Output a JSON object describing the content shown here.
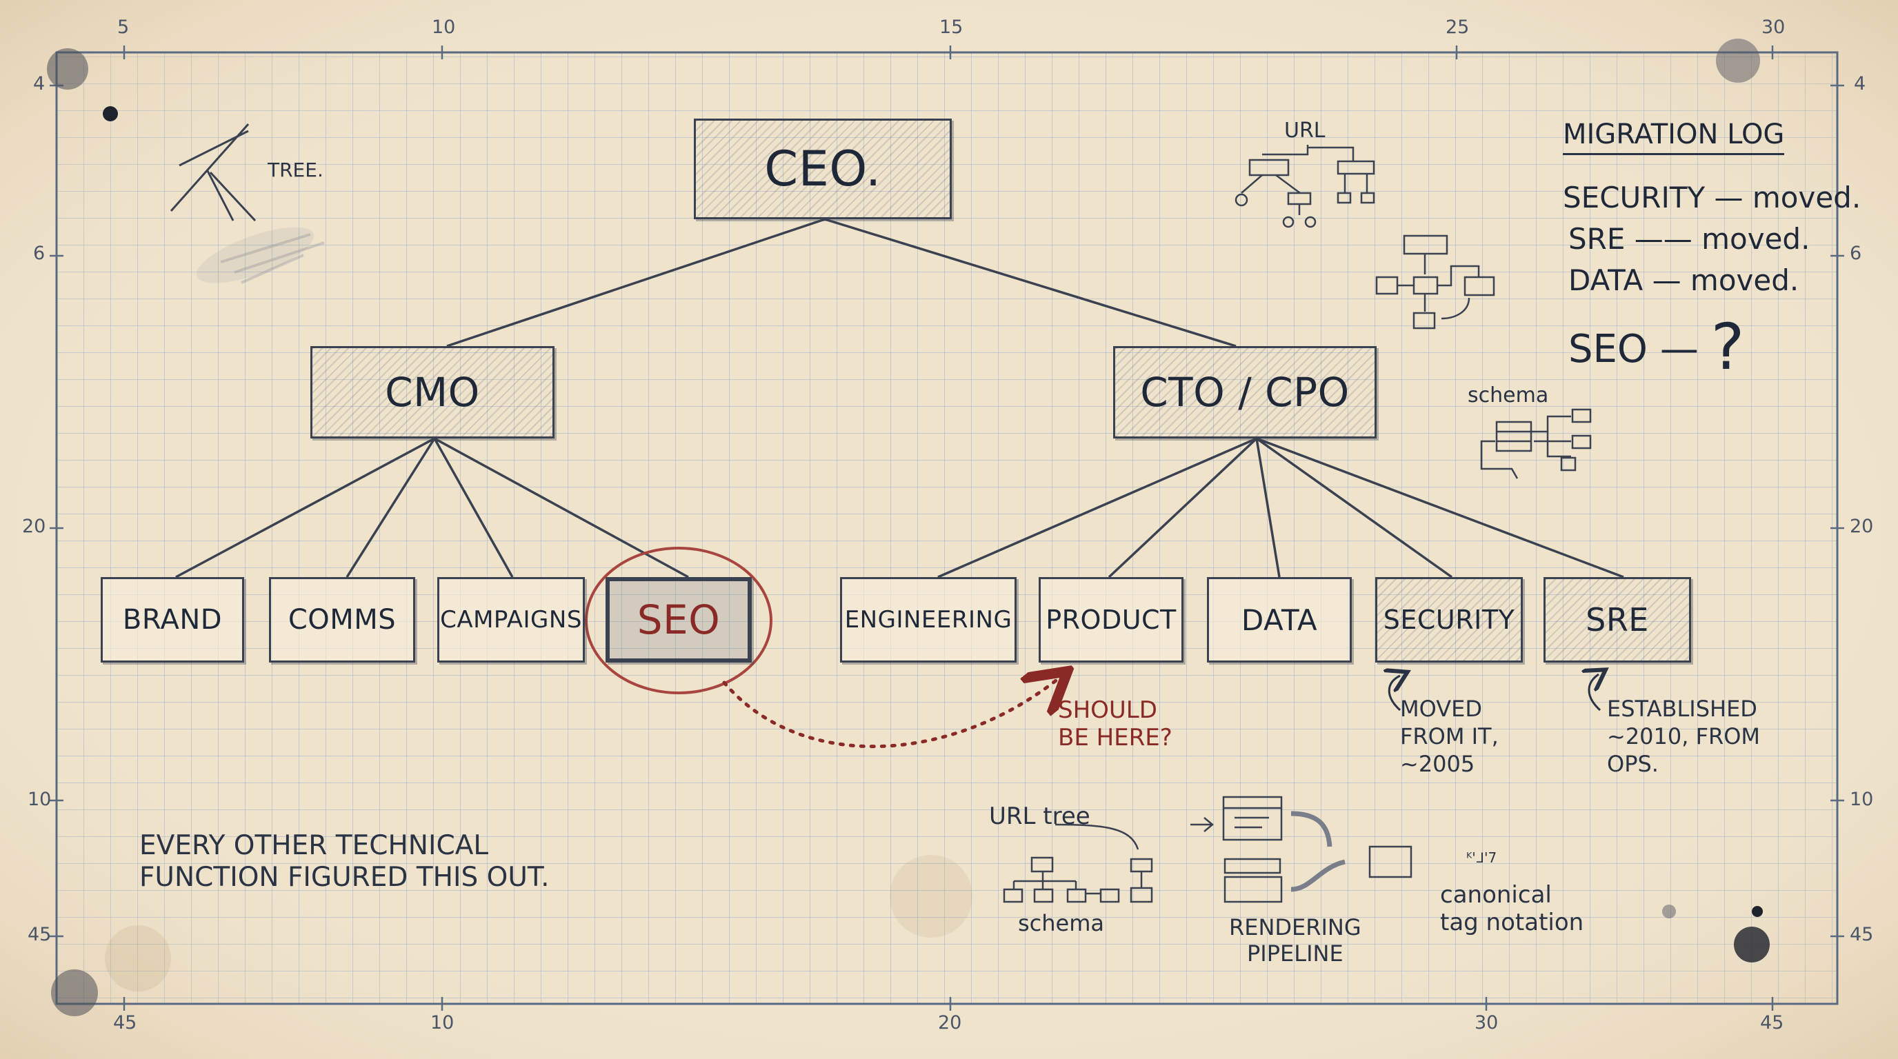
{
  "diagram": {
    "root": "CEO.",
    "level2": {
      "left": "CMO",
      "right": "CTO / CPO"
    },
    "cmo_children": [
      "BRAND",
      "COMMS",
      "CAMPAIGNS",
      "SEO"
    ],
    "cto_children": [
      "ENGINEERING",
      "PRODUCT",
      "DATA",
      "SECURITY",
      "SRE"
    ]
  },
  "annotations": {
    "should_be_here": [
      "SHOULD",
      "BE HERE?"
    ],
    "security_note": [
      "MOVED",
      "FROM IT,",
      "~2005"
    ],
    "sre_note": [
      "ESTABLISHED",
      "~2010, FROM",
      "OPS."
    ],
    "bottom_left": [
      "EVERY OTHER TECHNICAL",
      "FUNCTION FIGURED THIS OUT."
    ],
    "tree_sketch": "TREE.",
    "url_sketch": "URL",
    "schema_sketch": "schema",
    "url_tree": "URL tree",
    "schema_bottom": "schema",
    "rendering_pipeline": [
      "RENDERING",
      "PIPELINE"
    ],
    "canonical": [
      "canonical",
      "tag notation"
    ],
    "canonical_glyph": "ᴷ'ᒧ'7"
  },
  "migration_log": {
    "title": "MIGRATION LOG",
    "entries": [
      {
        "label": "SECURITY",
        "dash": "—",
        "status": "moved."
      },
      {
        "label": "SRE",
        "dash": "——",
        "status": "moved."
      },
      {
        "label": "DATA",
        "dash": "—",
        "status": "moved."
      }
    ],
    "open_entry": {
      "label": "SEO",
      "dash": "—",
      "status": "?"
    }
  },
  "rulers": {
    "top": [
      "5",
      "10",
      "15",
      "25",
      "30"
    ],
    "bottom": [
      "45",
      "10",
      "20",
      "30",
      "45"
    ],
    "left": [
      "4",
      "6",
      "20",
      "10",
      "45"
    ],
    "right": [
      "4",
      "6",
      "20",
      "10",
      "45"
    ]
  },
  "colors": {
    "paper": "#efe3cc",
    "grid_minor": "#a9b8c9",
    "grid_major": "#5a6a80",
    "ink": "#2a3344",
    "accent_red": "#8a2a26",
    "box_shade": "#8c909c"
  }
}
